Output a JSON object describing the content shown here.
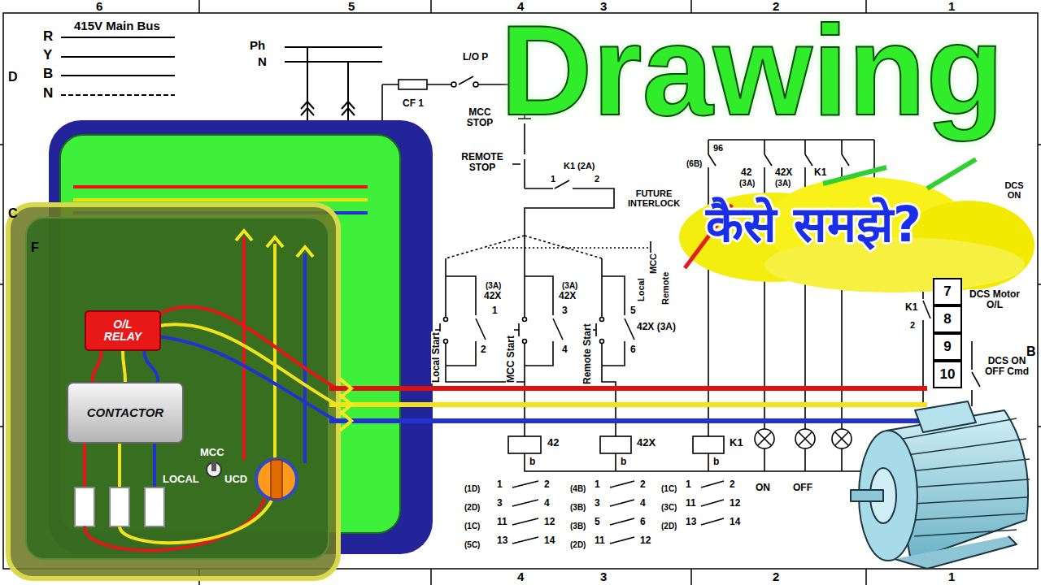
{
  "diagram": {
    "title": "Drawing",
    "nodes": [
      {
        "text": [
          "O/L RELAY"
        ]
      },
      {
        "text": [
          "CONTACTOR"
        ]
      },
      {
        "text": [
          "7"
        ]
      },
      {
        "text": [
          "8"
        ]
      },
      {
        "text": [
          "9"
        ]
      },
      {
        "text": [
          "10"
        ]
      }
    ],
    "edges": [
      {
        "from": 1,
        "to": 0,
        "arrow": "none"
      },
      {
        "from": 1,
        "to": 0,
        "arrow": "none"
      },
      {
        "from": 1,
        "to": 0,
        "arrow": "none"
      }
    ],
    "labels": [
      "6",
      "5",
      "4",
      "3",
      "2",
      "1",
      "D",
      "C",
      "F",
      "B",
      "4",
      "3",
      "2",
      "1",
      "R",
      "Y",
      "B",
      "N",
      "415V Main Bus",
      "Ph",
      "N",
      "CF 1",
      "L/O P",
      "MCC STOP",
      "REMOTE STOP",
      "K1 (2A)",
      "1",
      "2",
      "FUTURE INTERLOCK",
      "Local",
      "MCC",
      "Remote",
      "(3A)",
      "42X",
      "1",
      "2",
      "(3A)",
      "42X",
      "3",
      "4",
      "5",
      "42X (3A)",
      "6",
      "Local Start",
      "MCC Start",
      "Remote Start",
      "42",
      "42X",
      "K1",
      "b",
      "b",
      "b",
      "ON",
      "OFF",
      "(1D)",
      "1",
      "2",
      "(2D)",
      "3",
      "4",
      "(1C)",
      "11",
      "12",
      "(5C)",
      "13",
      "14",
      "(4B)",
      "1",
      "2",
      "(3B)",
      "3",
      "4",
      "(3B)",
      "5",
      "6",
      "(2D)",
      "11",
      "12",
      "(1C)",
      "1",
      "2",
      "(3C)",
      "11",
      "12",
      "(2D)",
      "13",
      "14",
      "96",
      "(6B)",
      "42",
      "(3A)",
      "42X",
      "(3A)",
      "K1",
      "DCS ON",
      "K1",
      "2",
      "DCS Motor O/L",
      "DCS ON OFF Cmd",
      "MCC",
      "LOCAL",
      "UCD",
      "कैसे समझे?"
    ]
  }
}
